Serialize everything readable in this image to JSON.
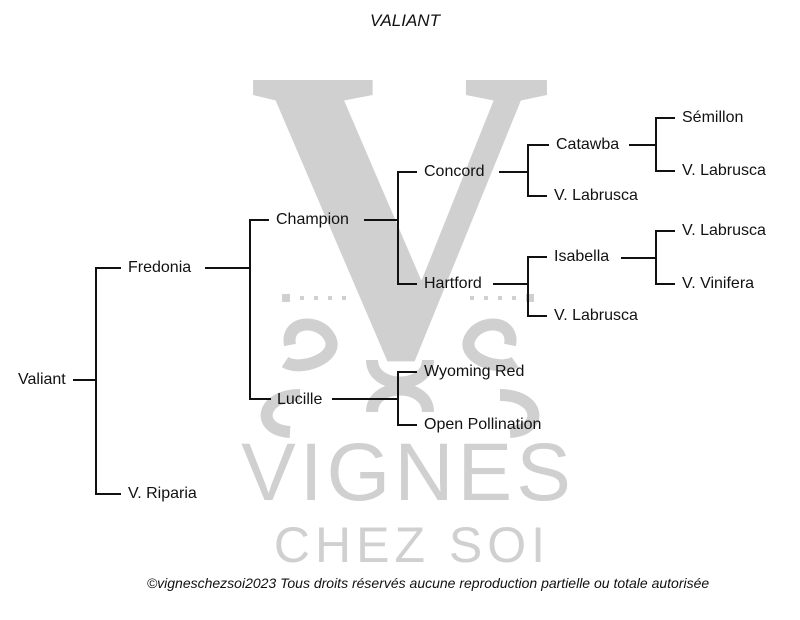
{
  "title": "VALIANT",
  "copyright": "©vigneschezsoi2023 Tous droits réservés aucune reproduction partielle ou totale autorisée",
  "watermark": {
    "letter": "V",
    "line1": "VIGNES",
    "line2": "CHEZ SOI",
    "color": "#d0d0d0"
  },
  "tree": {
    "root": "Valiant",
    "nodes": {
      "valiant": "Valiant",
      "fredonia": "Fredonia",
      "v_riparia": "V. Riparia",
      "champion": "Champion",
      "lucille": "Lucille",
      "concord": "Concord",
      "hartford": "Hartford",
      "wyoming_red": "Wyoming Red",
      "open_pollination": "Open Pollination",
      "catawba": "Catawba",
      "concord_v_labrusca": "V. Labrusca",
      "isabella": "Isabella",
      "hartford_v_labrusca": "V. Labrusca",
      "semillon": "Sémillon",
      "catawba_v_labrusca": "V. Labrusca",
      "isabella_v_labrusca": "V. Labrusca",
      "v_vinifera": "V. Vinifera"
    },
    "edges": [
      [
        "valiant",
        "fredonia"
      ],
      [
        "valiant",
        "v_riparia"
      ],
      [
        "fredonia",
        "champion"
      ],
      [
        "fredonia",
        "lucille"
      ],
      [
        "champion",
        "concord"
      ],
      [
        "champion",
        "hartford"
      ],
      [
        "lucille",
        "wyoming_red"
      ],
      [
        "lucille",
        "open_pollination"
      ],
      [
        "concord",
        "catawba"
      ],
      [
        "concord",
        "concord_v_labrusca"
      ],
      [
        "hartford",
        "isabella"
      ],
      [
        "hartford",
        "hartford_v_labrusca"
      ],
      [
        "catawba",
        "semillon"
      ],
      [
        "catawba",
        "catawba_v_labrusca"
      ],
      [
        "isabella",
        "isabella_v_labrusca"
      ],
      [
        "isabella",
        "v_vinifera"
      ]
    ]
  }
}
